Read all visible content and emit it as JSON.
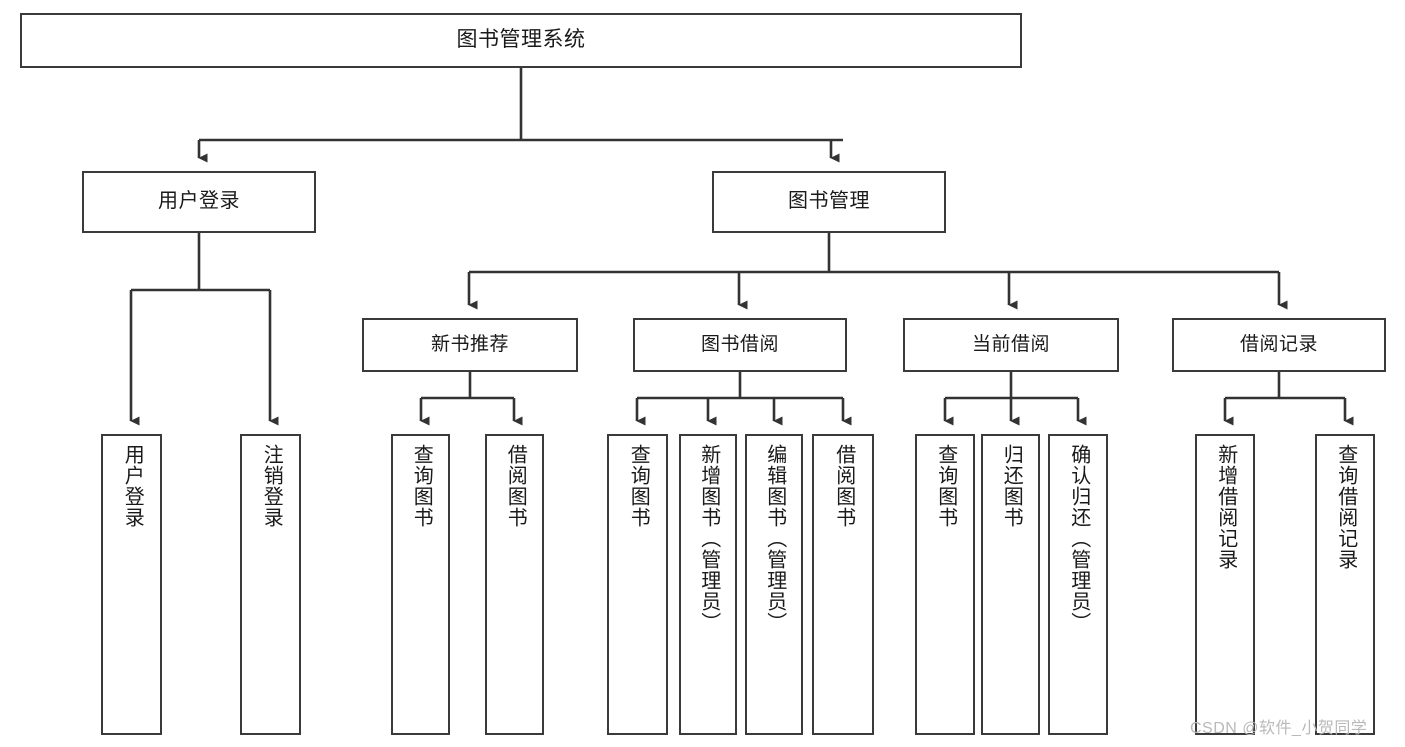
{
  "diagram": {
    "title": "图书管理系统",
    "type": "tree-hierarchy",
    "root": {
      "label": "图书管理系统"
    },
    "level1": [
      {
        "label": "用户登录"
      },
      {
        "label": "图书管理"
      }
    ],
    "level2": [
      {
        "label": "新书推荐"
      },
      {
        "label": "图书借阅"
      },
      {
        "label": "当前借阅"
      },
      {
        "label": "借阅记录"
      }
    ],
    "leaves": {
      "user_login": [
        {
          "label": "用户登录"
        },
        {
          "label": "注销登录"
        }
      ],
      "new_book": [
        {
          "label": "查询图书"
        },
        {
          "label": "借阅图书"
        }
      ],
      "book_borrow": [
        {
          "label": "查询图书"
        },
        {
          "label": "新增图书（管理员）"
        },
        {
          "label": "编辑图书（管理员）"
        },
        {
          "label": "借阅图书"
        }
      ],
      "current_borrow": [
        {
          "label": "查询图书"
        },
        {
          "label": "归还图书"
        },
        {
          "label": "确认归还（管理员）"
        }
      ],
      "borrow_record": [
        {
          "label": "新增借阅记录"
        },
        {
          "label": "查询借阅记录"
        }
      ]
    }
  },
  "watermark": {
    "text": "CSDN @软件_小贺同学"
  },
  "colors": {
    "box_border": "#3a3a3a",
    "box_fill": "#ffffff",
    "connector": "#333333",
    "text": "#1a1a1a",
    "watermark": "#b9b9b9",
    "background": "#ffffff"
  }
}
